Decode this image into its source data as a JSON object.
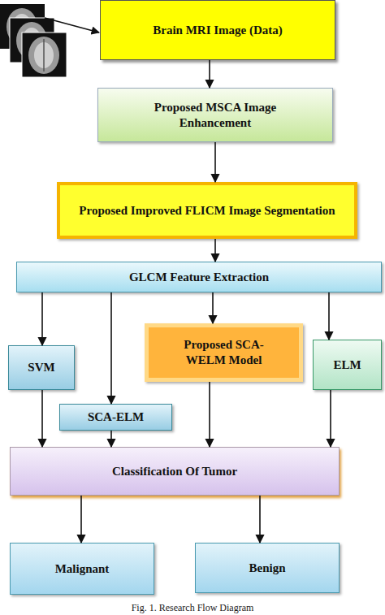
{
  "diagram": {
    "caption": "Fig. 1. Research Flow Diagram",
    "nodes": [
      {
        "text": [
          "Brain MRI Image (Data)"
        ]
      },
      {
        "text": [
          "Proposed MSCA Image Enhancement"
        ]
      },
      {
        "text": [
          "Proposed Improved FLICM Image Segmentation"
        ]
      },
      {
        "text": [
          "GLCM Feature Extraction"
        ]
      },
      {
        "text": [
          "SVM"
        ]
      },
      {
        "text": [
          "SCA-ELM"
        ]
      },
      {
        "text": [
          "Proposed SCA-WELM Model"
        ]
      },
      {
        "text": [
          "ELM"
        ]
      },
      {
        "text": [
          "Classification Of Tumor"
        ]
      },
      {
        "text": [
          "Malignant"
        ]
      },
      {
        "text": [
          "Benign"
        ]
      }
    ],
    "edges": [
      {
        "from": 0,
        "to": 1,
        "arrow": "to"
      },
      {
        "from": 1,
        "to": 2,
        "arrow": "to"
      },
      {
        "from": 2,
        "to": 3,
        "arrow": "to"
      },
      {
        "from": 3,
        "to": 4,
        "arrow": "to"
      },
      {
        "from": 3,
        "to": 5,
        "arrow": "to"
      },
      {
        "from": 3,
        "to": 6,
        "arrow": "to"
      },
      {
        "from": 3,
        "to": 7,
        "arrow": "to"
      },
      {
        "from": 4,
        "to": 8,
        "arrow": "to"
      },
      {
        "from": 5,
        "to": 8,
        "arrow": "to"
      },
      {
        "from": 6,
        "to": 8,
        "arrow": "to"
      },
      {
        "from": 7,
        "to": 8,
        "arrow": "to"
      },
      {
        "from": 8,
        "to": 9,
        "arrow": "to"
      },
      {
        "from": 8,
        "to": 10,
        "arrow": "to"
      }
    ]
  }
}
